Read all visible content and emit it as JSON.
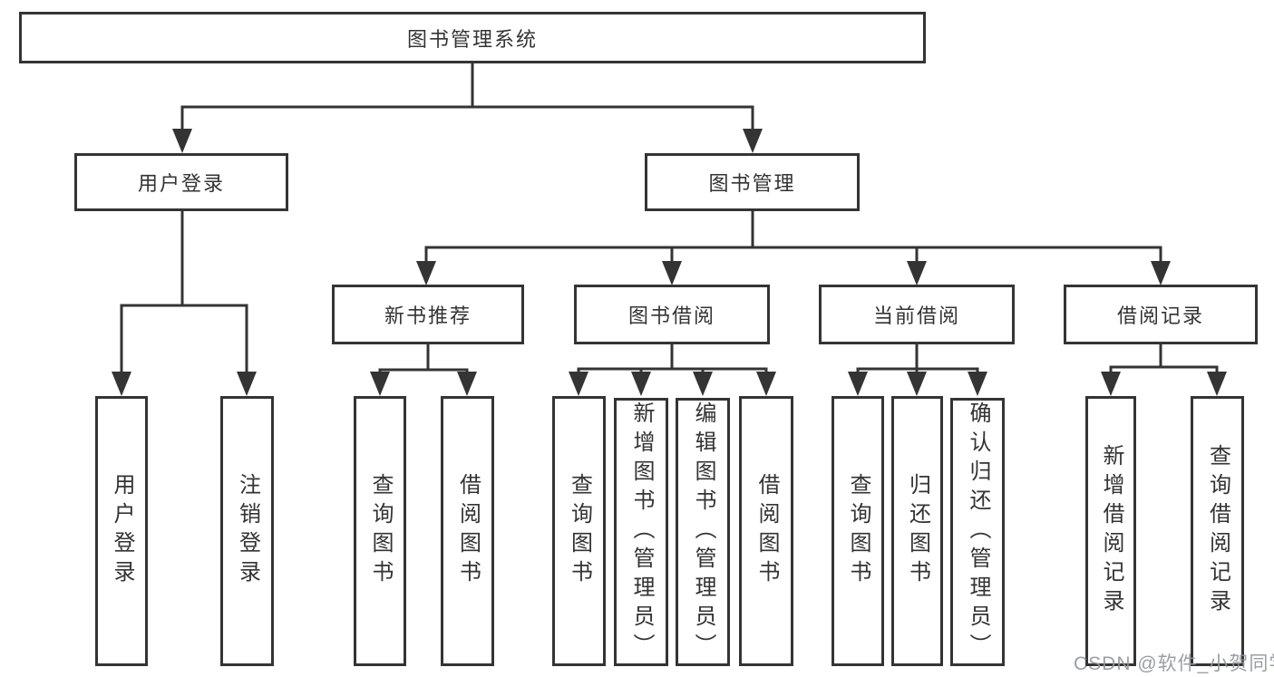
{
  "diagram_title": "图书管理系统",
  "tree": {
    "label": "图书管理系统",
    "children": [
      {
        "label": "用户登录",
        "children": [
          {
            "label": "用户登录"
          },
          {
            "label": "注销登录"
          }
        ]
      },
      {
        "label": "图书管理",
        "children": [
          {
            "label": "新书推荐",
            "children": [
              {
                "label": "查询图书"
              },
              {
                "label": "借阅图书"
              }
            ]
          },
          {
            "label": "图书借阅",
            "children": [
              {
                "label": "查询图书"
              },
              {
                "label": "新增图书（管理员）"
              },
              {
                "label": "编辑图书（管理员）"
              },
              {
                "label": "借阅图书"
              }
            ]
          },
          {
            "label": "当前借阅",
            "children": [
              {
                "label": "查询图书"
              },
              {
                "label": "归还图书"
              },
              {
                "label": "确认归还（管理员）"
              }
            ]
          },
          {
            "label": "借阅记录",
            "children": [
              {
                "label": "新增借阅记录"
              },
              {
                "label": "查询借阅记录"
              }
            ]
          }
        ]
      }
    ]
  },
  "watermark": {
    "text": "CSDN @软件_小贺同学"
  },
  "colors": {
    "background": "#ffffff",
    "line": "#343434",
    "box_border": "#343434",
    "text": "#333333",
    "watermark": "#94969e"
  }
}
